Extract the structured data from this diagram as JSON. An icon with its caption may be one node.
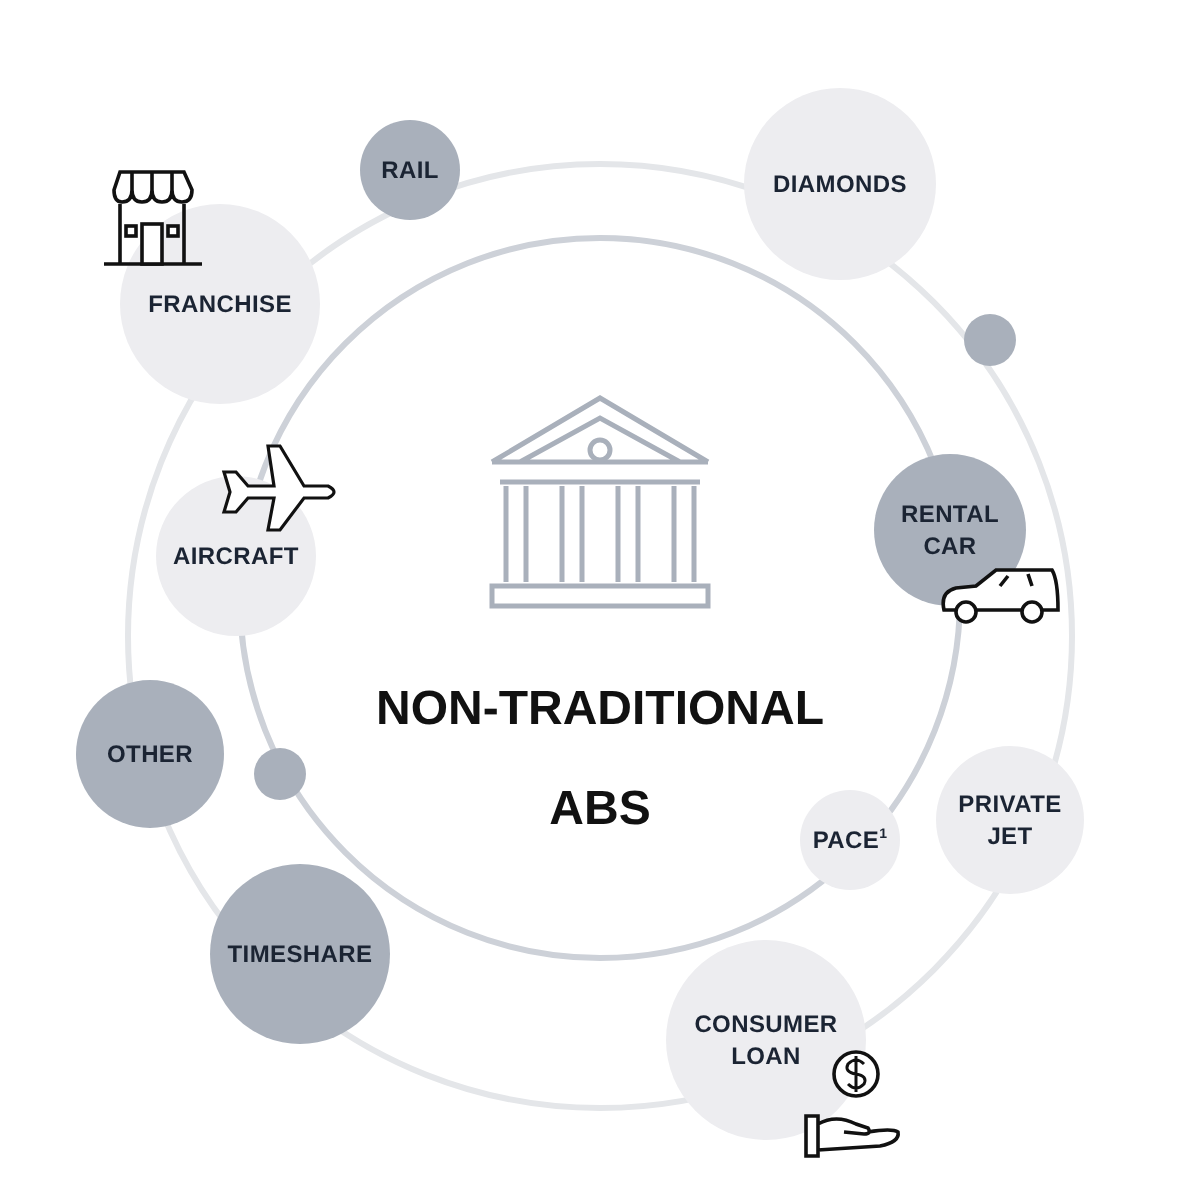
{
  "diagram": {
    "title": "NON-TRADITIONAL ABS",
    "nodes": [
      {
        "text": [
          "RAIL"
        ]
      },
      {
        "text": [
          "DIAMONDS"
        ]
      },
      {
        "text": [
          "FRANCHISE"
        ]
      },
      {
        "text": [],
        "shape": "circle"
      },
      {
        "text": [
          "RENTAL CAR"
        ]
      },
      {
        "text": [
          "AIRCRAFT"
        ]
      },
      {
        "text": [
          "OTHER"
        ]
      },
      {
        "text": [],
        "shape": "circle"
      },
      {
        "text": [
          "PACE$^{1}$"
        ]
      },
      {
        "text": [
          "PRIVATE JET"
        ]
      },
      {
        "text": [
          "TIMESHARE"
        ]
      },
      {
        "text": [
          "CONSUMER LOAN"
        ]
      }
    ]
  }
}
